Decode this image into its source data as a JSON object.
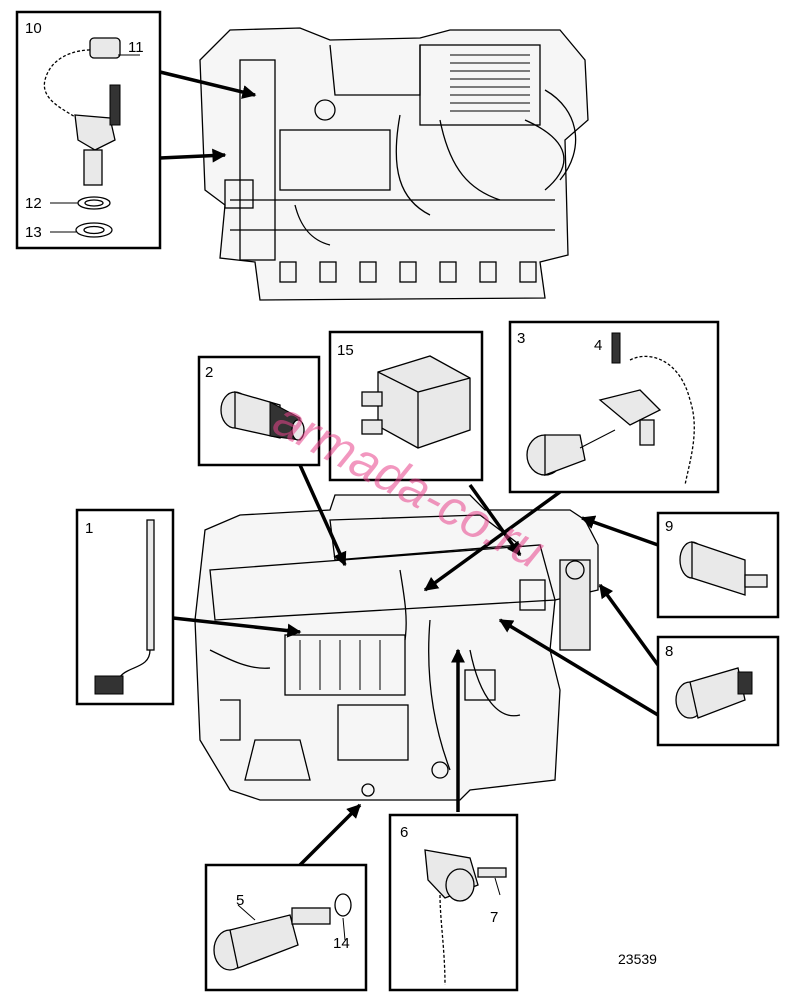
{
  "figure_number": "23539",
  "watermark": "armada-co.ru",
  "callouts": [
    {
      "id": "c1",
      "label": "1"
    },
    {
      "id": "c2",
      "label": "2"
    },
    {
      "id": "c3",
      "label": "3"
    },
    {
      "id": "c4",
      "label": "4"
    },
    {
      "id": "c5",
      "label": "5"
    },
    {
      "id": "c6",
      "label": "6"
    },
    {
      "id": "c7",
      "label": "7"
    },
    {
      "id": "c8",
      "label": "8"
    },
    {
      "id": "c9",
      "label": "9"
    },
    {
      "id": "c10",
      "label": "10"
    },
    {
      "id": "c11",
      "label": "11"
    },
    {
      "id": "c12",
      "label": "12"
    },
    {
      "id": "c13",
      "label": "13"
    },
    {
      "id": "c14",
      "label": "14"
    },
    {
      "id": "c15",
      "label": "15"
    }
  ],
  "icons": [
    "engine-top-view-icon",
    "engine-side-view-icon",
    "sensor-icon",
    "control-unit-icon",
    "arrow-icon"
  ]
}
